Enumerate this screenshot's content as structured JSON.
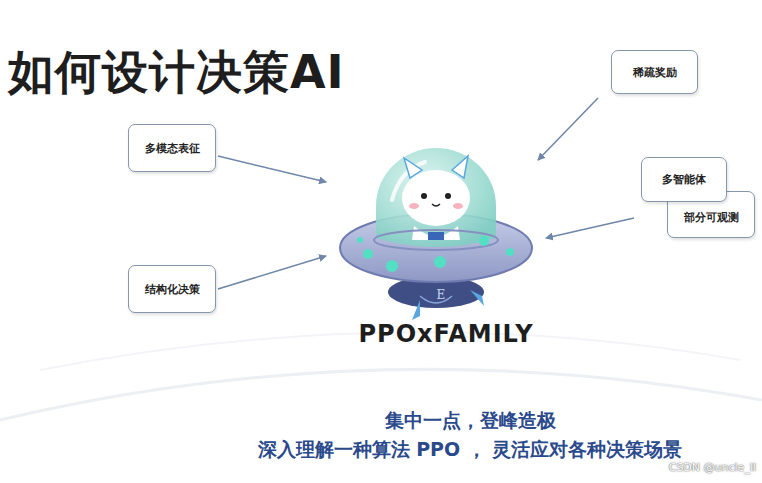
{
  "diagram": {
    "title": "如何设计决策AI",
    "nodes": [
      {
        "text": [
          "稀疏奖励"
        ]
      },
      {
        "text": [
          "多模态表征"
        ]
      },
      {
        "text": [
          "多智能体"
        ]
      },
      {
        "text": [
          "部分可观测"
        ]
      },
      {
        "text": [
          "结构化决策"
        ]
      }
    ],
    "labels": [
      "E",
      "PPOxFAMILY",
      "集中一点，登峰造极",
      "深入理解一种算法 PPO ， 灵活应对各种决策场景",
      "CSDN @uncle_ll"
    ]
  }
}
